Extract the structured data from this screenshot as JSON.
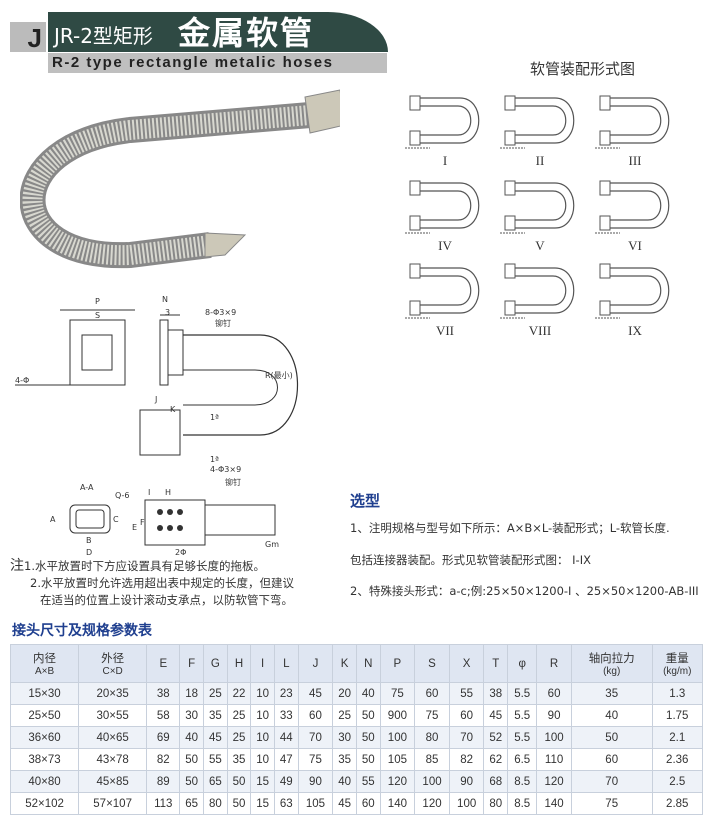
{
  "header": {
    "letter": "J",
    "model": "JR-2型矩形",
    "title": "金属软管",
    "subtitle": "R-2 type rectangle metalic hoses"
  },
  "assembly": {
    "title": "软管装配形式图",
    "forms": [
      "I",
      "II",
      "III",
      "IV",
      "V",
      "VI",
      "VII",
      "VIII",
      "IX"
    ]
  },
  "drawing": {
    "labels": {
      "P": "P",
      "S": "S",
      "N": "N",
      "three": "3",
      "rivet_top": "8-Φ3×9",
      "rivet_top_cn": "铆钉",
      "four_phi": "4-Φ",
      "R": "R(最小)",
      "J": "J",
      "K": "K",
      "one_a": "1ª",
      "one_b": "1ª",
      "rivet_bottom": "4-Φ3×9",
      "rivet_bottom_cn": "铆钉",
      "AA": "A-A",
      "A": "A",
      "B": "B",
      "C": "C",
      "D": "D",
      "Q6": "Q-6",
      "I": "I",
      "H": "H",
      "E": "E",
      "F": "F",
      "two_phi": "2Φ",
      "Gm": "Gm"
    }
  },
  "notes": {
    "prefix": "注",
    "items": [
      "1.水平放置时下方应设置具有足够长度的拖板。",
      "2.水平放置时允许选用超出表中规定的长度，但建议",
      "在适当的位置上设计滚动支承点，以防软管下弯。"
    ]
  },
  "selection": {
    "title": "选型",
    "lines": [
      "1、注明规格与型号如下所示：A×B×L-装配形式；L-软管长度.",
      "包括连接器装配。形式见软管装配形式图： I-IX",
      "2、特殊接头形式：a-c;例:25×50×1200-I 、25×50×1200-AB-III"
    ]
  },
  "table": {
    "title": "接头尺寸及规格参数表",
    "headers": [
      [
        "内径",
        "A×B"
      ],
      [
        "外径",
        "C×D"
      ],
      [
        "E"
      ],
      [
        "F"
      ],
      [
        "G"
      ],
      [
        "H"
      ],
      [
        "I"
      ],
      [
        "L"
      ],
      [
        "J"
      ],
      [
        "K"
      ],
      [
        "N"
      ],
      [
        "P"
      ],
      [
        "S"
      ],
      [
        "X"
      ],
      [
        "T"
      ],
      [
        "φ"
      ],
      [
        "R"
      ],
      [
        "轴向拉力",
        "(kg)"
      ],
      [
        "重量",
        "(kg/m)"
      ]
    ],
    "rows": [
      [
        "15×30",
        "20×35",
        "38",
        "18",
        "25",
        "22",
        "10",
        "23",
        "45",
        "20",
        "40",
        "75",
        "60",
        "55",
        "38",
        "5.5",
        "60",
        "35",
        "1.3"
      ],
      [
        "25×50",
        "30×55",
        "58",
        "30",
        "35",
        "25",
        "10",
        "33",
        "60",
        "25",
        "50",
        "900",
        "75",
        "60",
        "45",
        "5.5",
        "90",
        "40",
        "1.75"
      ],
      [
        "36×60",
        "40×65",
        "69",
        "40",
        "45",
        "25",
        "10",
        "44",
        "70",
        "30",
        "50",
        "100",
        "80",
        "70",
        "52",
        "5.5",
        "100",
        "50",
        "2.1"
      ],
      [
        "38×73",
        "43×78",
        "82",
        "50",
        "55",
        "35",
        "10",
        "47",
        "75",
        "35",
        "50",
        "105",
        "85",
        "82",
        "62",
        "6.5",
        "110",
        "60",
        "2.36"
      ],
      [
        "40×80",
        "45×85",
        "89",
        "50",
        "65",
        "50",
        "15",
        "49",
        "90",
        "40",
        "55",
        "120",
        "100",
        "90",
        "68",
        "8.5",
        "120",
        "70",
        "2.5"
      ],
      [
        "52×102",
        "57×107",
        "113",
        "65",
        "80",
        "50",
        "15",
        "63",
        "105",
        "45",
        "60",
        "140",
        "120",
        "100",
        "80",
        "8.5",
        "140",
        "75",
        "2.85"
      ]
    ]
  }
}
